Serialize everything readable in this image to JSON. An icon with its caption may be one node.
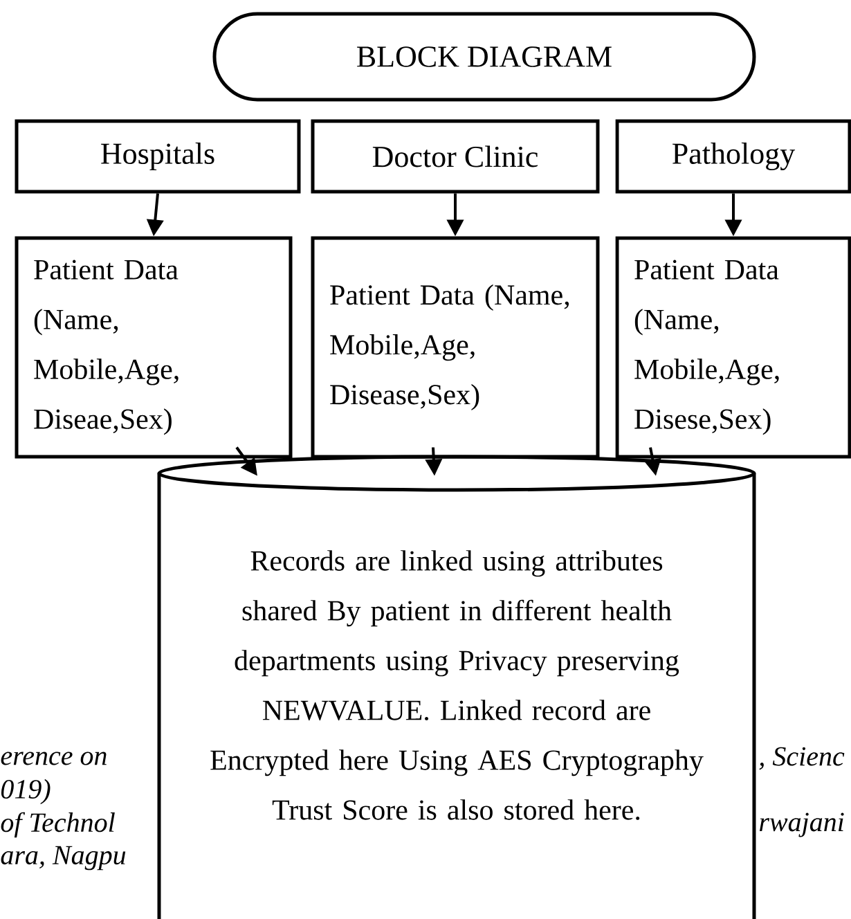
{
  "diagram": {
    "nodes": [
      {
        "text": [
          "BLOCK DIAGRAM"
        ]
      },
      {
        "text": [
          "Hospitals"
        ]
      },
      {
        "text": [
          "Doctor Clinic"
        ]
      },
      {
        "text": [
          "Pathology"
        ]
      },
      {
        "text": [
          "Patient Data (Name, Mobile,Age, Diseae,Sex)"
        ]
      },
      {
        "text": [
          "Patient Data (Name, Mobile,Age, Disease,Sex)"
        ]
      },
      {
        "text": [
          "Patient Data (Name, Mobile,Age, Disese,Sex)"
        ]
      },
      {
        "text": [
          "Records are linked using attributes shared By patient in different health departments using Privacy preserving NEWVALUE. Linked record are Encrypted here Using AES Cryptography Trust Score is also stored here."
        ]
      }
    ],
    "edges": [
      {
        "from": 1,
        "to": 4,
        "arrow": "to"
      },
      {
        "from": 2,
        "to": 5,
        "arrow": "to"
      },
      {
        "from": 3,
        "to": 6,
        "arrow": "to"
      },
      {
        "from": 4,
        "to": 7,
        "arrow": "to"
      },
      {
        "from": 5,
        "to": 7,
        "arrow": "to"
      },
      {
        "from": 6,
        "to": 7,
        "arrow": "to"
      }
    ],
    "labels": [
      "erence on",
      ", Scienc",
      "019)",
      "of Technol",
      "rwajani",
      "ara, Nagpu"
    ]
  }
}
